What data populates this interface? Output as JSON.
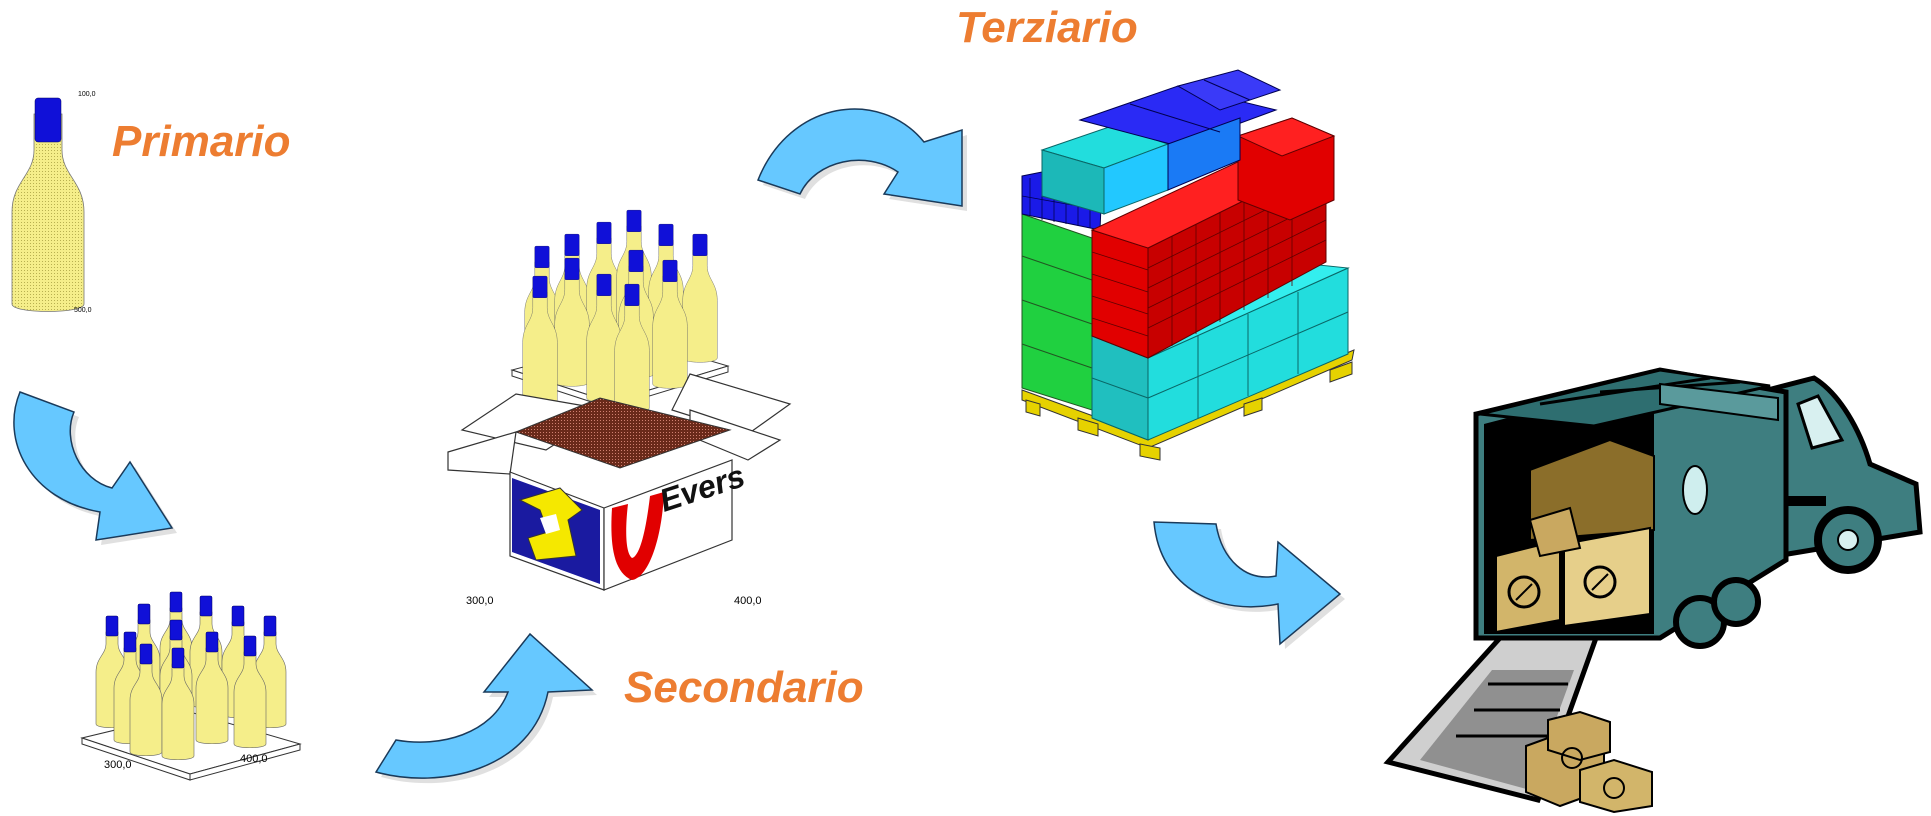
{
  "stages": {
    "primary": {
      "label": "Primario"
    },
    "secondary": {
      "label": "Secondario"
    },
    "tertiary": {
      "label": "Terziario"
    }
  },
  "drawing_labels": {
    "bottle_height_top": "100,0",
    "bottle_height_bottom": "500,0",
    "tray_width": "300,0",
    "tray_depth": "400,0",
    "box_width": "300,0",
    "box_depth": "400,0",
    "box_brand": "Evers"
  },
  "colors": {
    "label": "#ED7D31",
    "arrow_fill": "#66C8FF",
    "bottle": "#F5EE8A",
    "cap": "#1010D8",
    "pallet_wood": "#E6D200",
    "box_red": "#E10000",
    "box_cyan": "#22DDDD",
    "box_blue": "#1A1AE8",
    "box_green": "#20D040",
    "truck": "#3E7E80"
  },
  "icons": {
    "arrows": "curved-arrow-icon",
    "truck": "delivery-truck-icon"
  }
}
